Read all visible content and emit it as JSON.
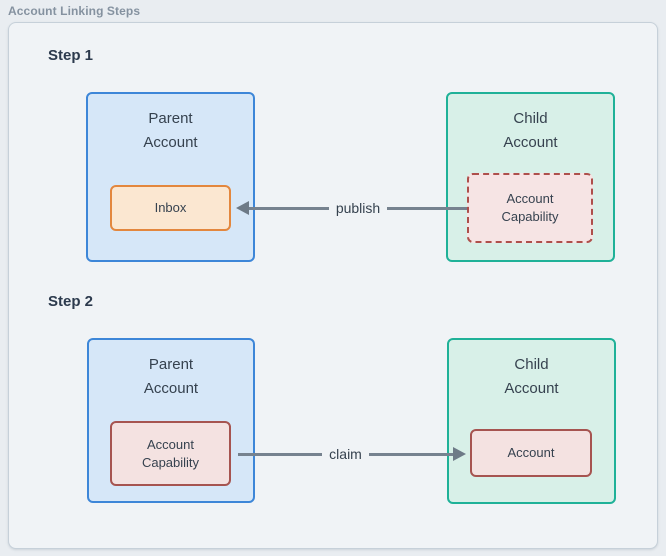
{
  "title": "Account Linking Steps",
  "steps": [
    {
      "label": "Step 1",
      "parent": {
        "title": "Parent\nAccount",
        "inner": "Inbox"
      },
      "child": {
        "title": "Child\nAccount",
        "inner": "Account\nCapability"
      },
      "arrow": {
        "label": "publish",
        "direction": "left"
      }
    },
    {
      "label": "Step 2",
      "parent": {
        "title": "Parent\nAccount",
        "inner": "Account\nCapability"
      },
      "child": {
        "title": "Child\nAccount",
        "inner": "Account"
      },
      "arrow": {
        "label": "claim",
        "direction": "right"
      }
    }
  ],
  "colors": {
    "page_background": "#e9edf1",
    "panel_background": "#f0f3f6",
    "panel_border": "#c6d0d9",
    "parent_fill": "#d6e7f8",
    "parent_border": "#3d86d8",
    "child_fill": "#d8f0e8",
    "child_border": "#1fb198",
    "inbox_fill": "#fbe7d1",
    "inbox_border": "#e3873e",
    "capability_fill": "#f4e2e1",
    "capability_border": "#a65450",
    "arrow": "#76828f",
    "text": "#36424f",
    "title_text": "#8592a0"
  }
}
